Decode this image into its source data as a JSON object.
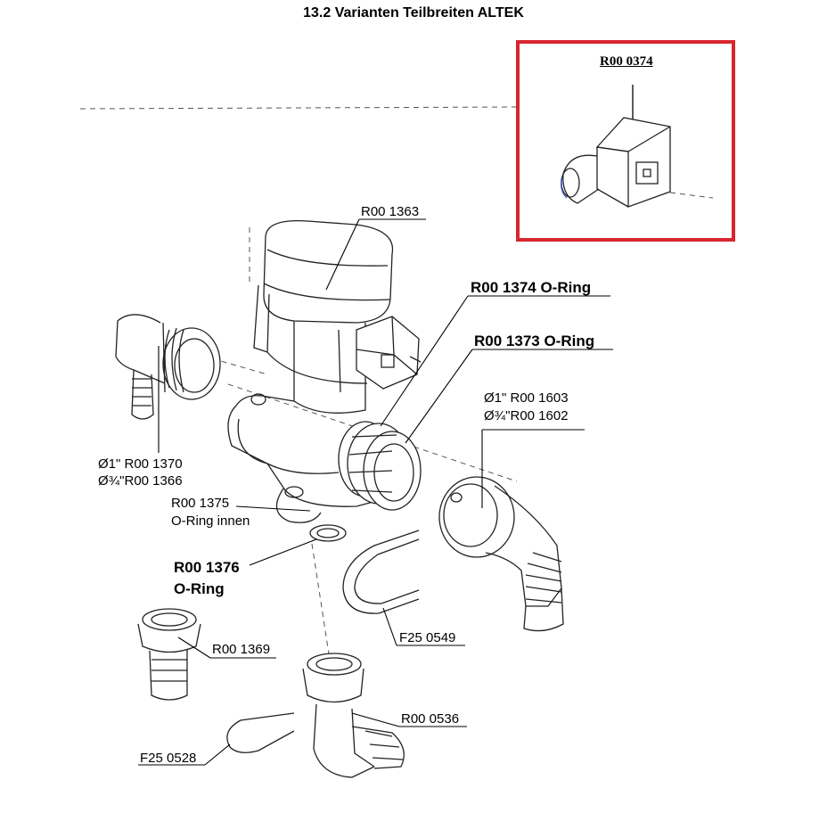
{
  "title": "13.2 Varianten Teilbreiten ALTEK",
  "highlight_color": "#d7262e",
  "labels": {
    "inset_part": "R00 0374",
    "r1363": "R00 1363",
    "r1374": "R00 1374 O-Ring",
    "r1373": "R00 1373 O-Ring",
    "r1603": "Ø1\" R00 1603",
    "r1602": "Ø¾\"R00 1602",
    "r1370": "Ø1\" R00 1370",
    "r1366": "Ø¾\"R00 1366",
    "r1375a": "R00 1375",
    "r1375b": "O-Ring innen",
    "r1376a": "R00 1376",
    "r1376b": "O-Ring",
    "f0549": "F25 0549",
    "r1369": "R00 1369",
    "r0536": "R00 0536",
    "f0528": "F25 0528"
  }
}
